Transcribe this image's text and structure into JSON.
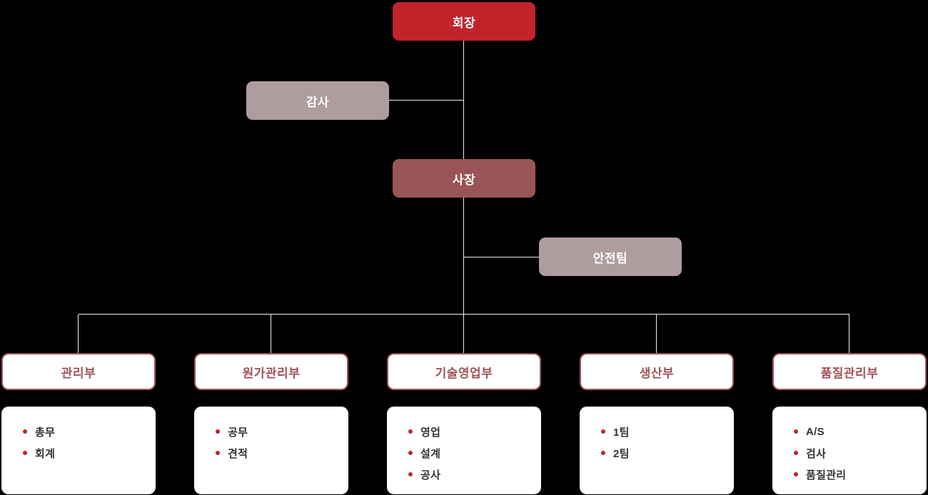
{
  "org_chart": {
    "nodes": {
      "chairman": {
        "label": "회장",
        "color": "#C2232B"
      },
      "auditor": {
        "label": "감사",
        "color": "#AF9C9F"
      },
      "president": {
        "label": "사장",
        "color": "#9A5457"
      },
      "safety_team": {
        "label": "안전팀",
        "color": "#AF9C9F"
      }
    },
    "departments": [
      {
        "label": "관리부",
        "items": [
          "총무",
          "회계"
        ]
      },
      {
        "label": "원가관리부",
        "items": [
          "공무",
          "견적"
        ]
      },
      {
        "label": "기술영업부",
        "items": [
          "영업",
          "설계",
          "공사"
        ]
      },
      {
        "label": "생산부",
        "items": [
          "1팀",
          "2팀"
        ]
      },
      {
        "label": "품질관리부",
        "items": [
          "A/S",
          "검사",
          "품질관리"
        ]
      }
    ],
    "colors": {
      "background": "#000000",
      "accent": "#C2232B",
      "president": "#9A5457",
      "muted": "#AF9C9F",
      "dept": "#A0545A",
      "line": "#EFEFEF",
      "item_text": "#333333"
    }
  }
}
